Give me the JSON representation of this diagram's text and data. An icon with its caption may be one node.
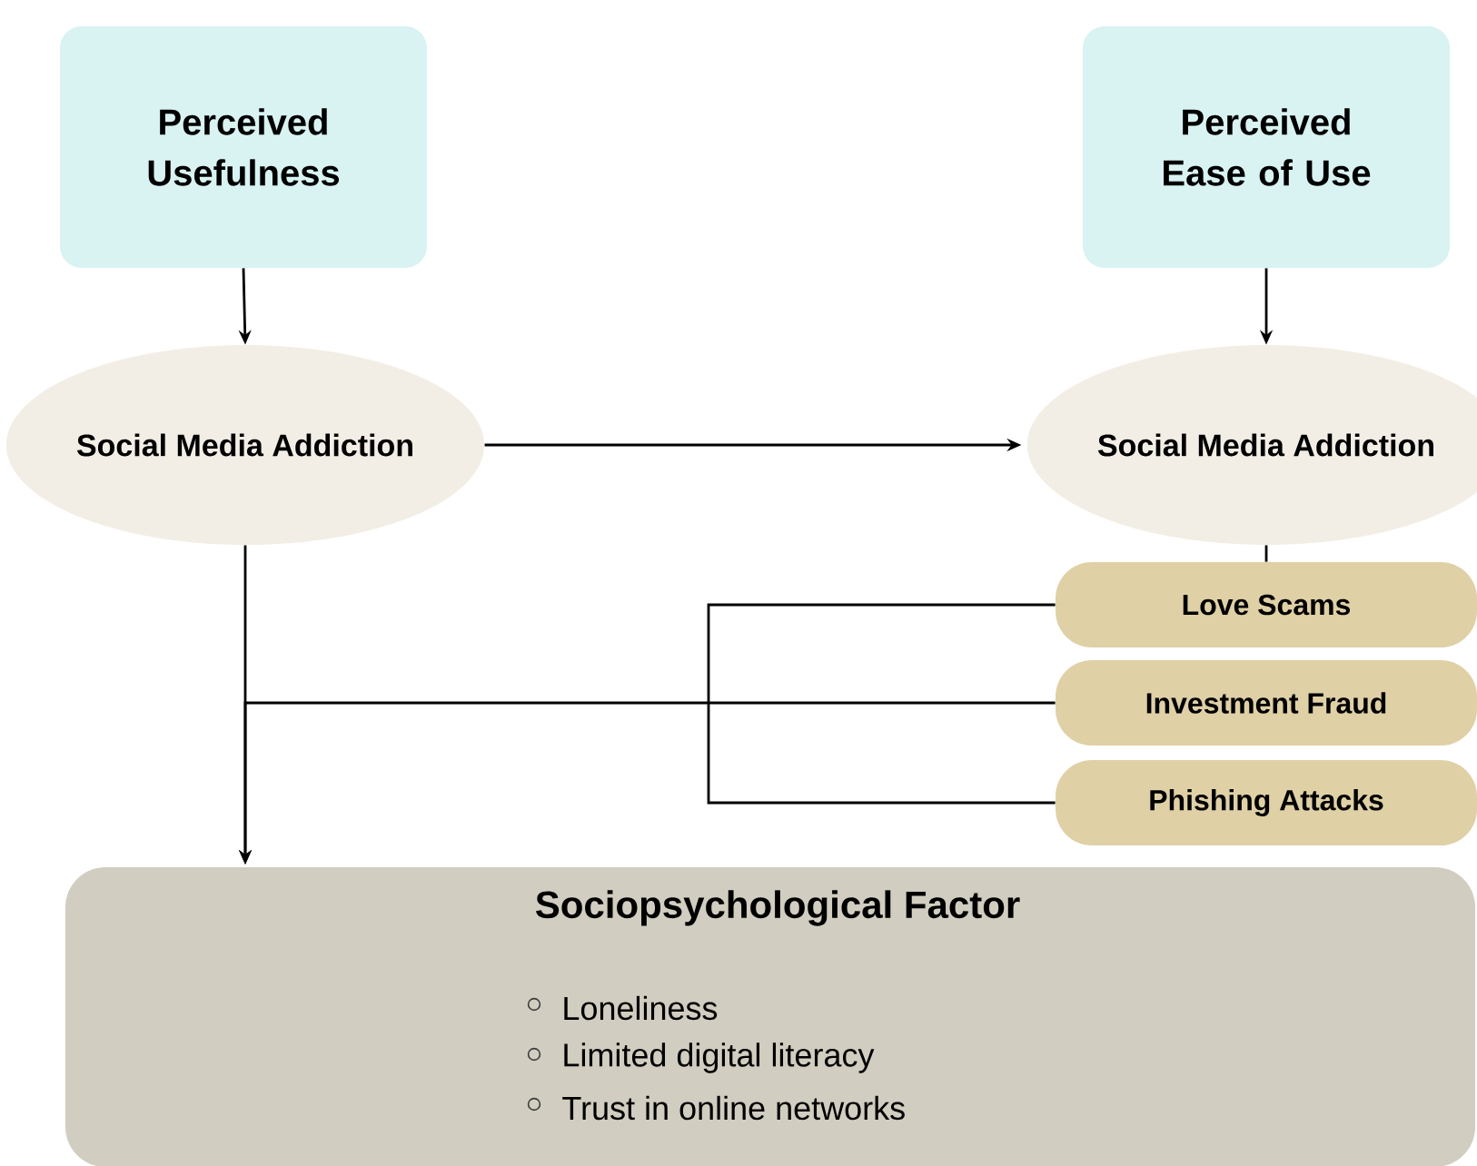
{
  "diagram": {
    "nodes": [
      {
        "text": [
          "Perceived Usefulness"
        ]
      },
      {
        "text": [
          "Perceived Ease of Use"
        ]
      },
      {
        "text": [
          "Social Media Addiction"
        ]
      },
      {
        "text": [
          "Social Media Addiction"
        ]
      },
      {
        "text": [
          "Love Scams"
        ]
      },
      {
        "text": [
          "Investment Fraud"
        ]
      },
      {
        "text": [
          "Phishing Attacks"
        ]
      },
      {
        "text": [
          "Sociopsychological Factor",
          "Loneliness",
          "Limited digital literacy",
          "Trust in online networks"
        ]
      }
    ],
    "edges": [
      {
        "from": 0,
        "to": 2,
        "arrow": "to"
      },
      {
        "from": 1,
        "to": 3,
        "arrow": "to"
      },
      {
        "from": 2,
        "to": 3,
        "arrow": "to"
      },
      {
        "from": 3,
        "to": 4,
        "arrow": "none"
      },
      {
        "from": 2,
        "to": 7,
        "arrow": "to"
      },
      {
        "from": 5,
        "to": 7,
        "arrow": "to"
      },
      {
        "from": 4,
        "to": 6,
        "arrow": "none"
      }
    ]
  }
}
